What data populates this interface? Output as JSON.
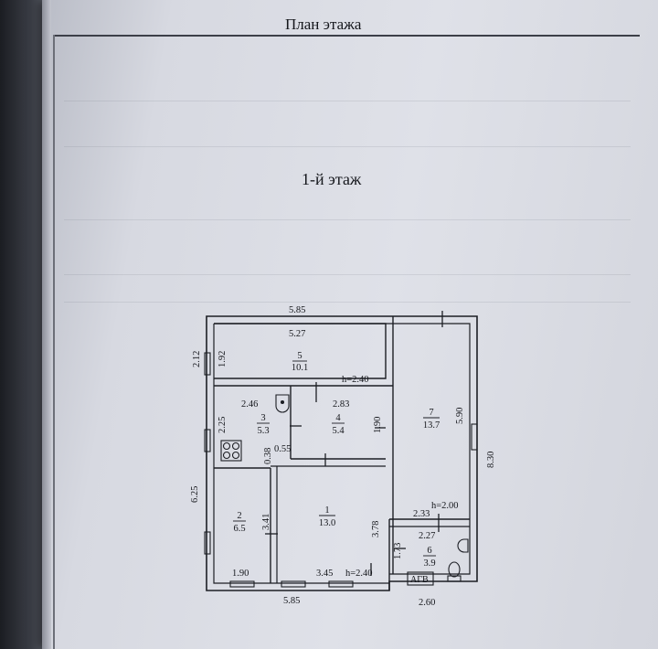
{
  "header": {
    "title": "План этажа"
  },
  "floor": {
    "label": "1-й этаж"
  },
  "dimensions": {
    "top_outer": "5.85",
    "room5_width": "5.27",
    "room5_height_inner": "1.92",
    "room5_height_outer": "2.12",
    "room3_width": "2.46",
    "room3_height": "2.25",
    "room4_width": "2.83",
    "room4_height": "1.90",
    "partition_a": "0.38",
    "partition_b": "0.55",
    "room7_height": "5.90",
    "right_outer": "8.30",
    "left_outer": "6.25",
    "room2_height": "3.41",
    "room1_height": "3.78",
    "room6_top": "2.33",
    "room6_inner": "2.27",
    "room6_height": "1.73",
    "room2_width": "1.90",
    "room1_width": "3.45",
    "bottom_outer": "5.85",
    "bottom_right": "2.60"
  },
  "ceiling_heights": {
    "upper": "h=2.40",
    "room6": "h=2.00",
    "lower": "h=2.40"
  },
  "rooms": [
    {
      "number": "5",
      "area": "10.1"
    },
    {
      "number": "3",
      "area": "5.3"
    },
    {
      "number": "4",
      "area": "5.4"
    },
    {
      "number": "7",
      "area": "13.7"
    },
    {
      "number": "2",
      "area": "6.5"
    },
    {
      "number": "1",
      "area": "13.0"
    },
    {
      "number": "6",
      "area": "3.9"
    }
  ],
  "equipment": {
    "gas_water_label": "АГВ"
  },
  "icons": [
    "stove-icon",
    "sink-icon",
    "toilet-icon",
    "washbasin-icon"
  ]
}
